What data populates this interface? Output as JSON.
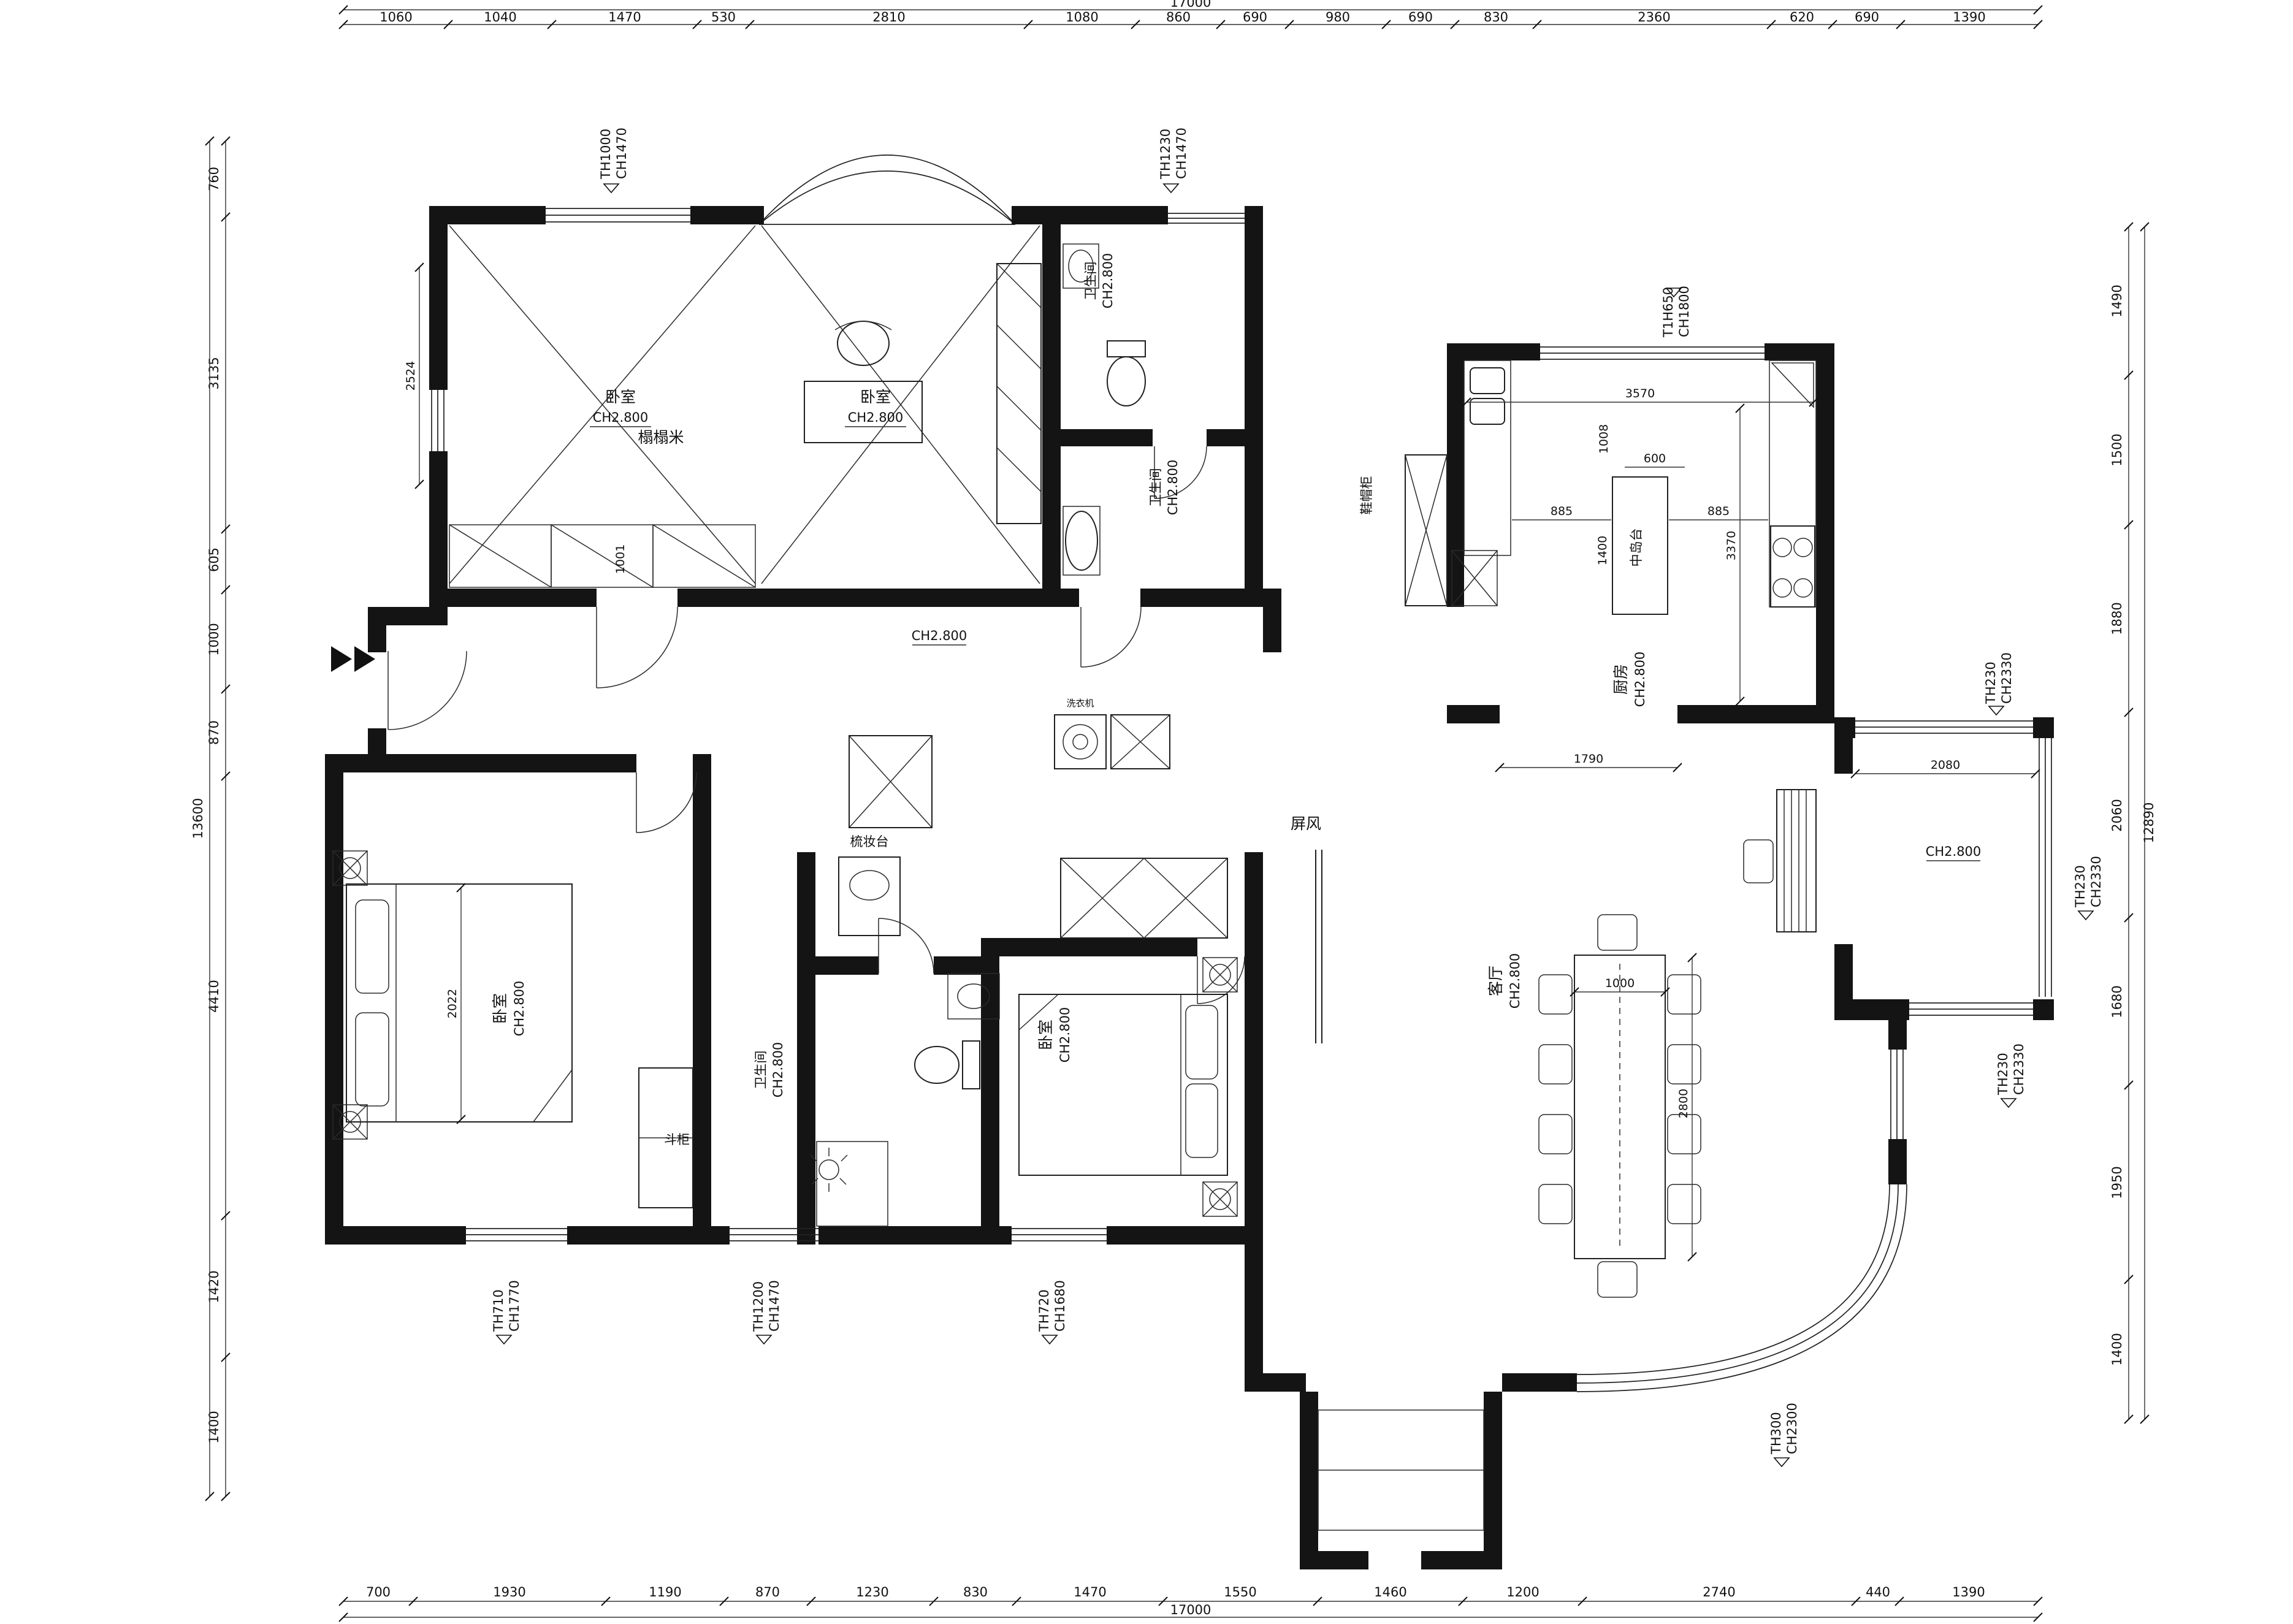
{
  "chains": {
    "top": {
      "total": "17000",
      "segments": [
        "1060",
        "1040",
        "1470",
        "530",
        "2810",
        "1080",
        "860",
        "690",
        "980",
        "690",
        "830",
        "2360",
        "620",
        "690",
        "1390"
      ]
    },
    "bottom": {
      "total": "17000",
      "segments": [
        "700",
        "1930",
        "1190",
        "870",
        "1230",
        "830",
        "1470",
        "1550",
        "1460",
        "1200",
        "2740",
        "440",
        "1390"
      ]
    },
    "left": {
      "total": "13600",
      "segments": [
        "760",
        "3135",
        "605",
        "1000",
        "870",
        "4410",
        "1420",
        "1400"
      ]
    },
    "right": {
      "total": "12890",
      "segments": [
        "1490",
        "1500",
        "1880",
        "2060",
        "1680",
        "1950",
        "1400"
      ]
    }
  },
  "rooms": {
    "bedroom_tatami": {
      "name": "卧室",
      "height": "CH2.800",
      "note": "榻榻米"
    },
    "bedroom_study": {
      "name": "卧室",
      "height": "CH2.800"
    },
    "bathroom_top": {
      "name": "卫生间",
      "height": "CH2.800"
    },
    "bathroom_top2": {
      "name": "卫生间",
      "height": "CH2.800"
    },
    "hallway": {
      "height": "CH2.800"
    },
    "kitchen": {
      "name": "厨房",
      "height": "CH2.800"
    },
    "island": {
      "name": "中岛台"
    },
    "shoe_cabinet": {
      "name": "鞋帽柜"
    },
    "screen": {
      "name": "屏风"
    },
    "living": {
      "name": "客厅",
      "height": "CH2.800"
    },
    "balcony": {
      "height": "CH2.800"
    },
    "bedroom_left": {
      "name": "卧室",
      "height": "CH2.800"
    },
    "bedroom_middle": {
      "name": "卧室",
      "height": "CH2.800"
    },
    "bathroom_middle": {
      "name": "卫生间",
      "height": "CH2.800"
    },
    "dressing_table": {
      "name": "梳妆台"
    },
    "chest": {
      "name": "斗柜"
    },
    "washer": {
      "name": "洗衣机"
    }
  },
  "openings": {
    "w1": {
      "line1": "TH1000",
      "line2": "CH1470"
    },
    "w2": {
      "line1": "TH1230",
      "line2": "CH1470"
    },
    "w3": {
      "line1": "T1H650",
      "line2": "CH1800"
    },
    "w4": {
      "line1": "TH230",
      "line2": "CH2330"
    },
    "w5": {
      "line1": "TH230",
      "line2": "CH2330"
    },
    "w6": {
      "line1": "TH230",
      "line2": "CH2330"
    },
    "w7": {
      "line1": "TH300",
      "line2": "CH2300"
    },
    "w8": {
      "line1": "TH710",
      "line2": "CH1770"
    },
    "w9": {
      "line1": "TH1200",
      "line2": "CH1470"
    },
    "w10": {
      "line1": "TH720",
      "line2": "CH1680"
    }
  },
  "interior_dims": {
    "tatami_depth": "2524",
    "tatami_seg": "1001",
    "kitchen_width": "3570",
    "kitchen_inner": "1008",
    "island_offset": "600",
    "island_left": "885",
    "island_right": "885",
    "island_length": "1400",
    "kitchen_depth": "3370",
    "kitchen_opening": "1790",
    "balcony_width": "2080",
    "table_width": "1000",
    "table_length": "2800",
    "bed_width": "2022"
  }
}
